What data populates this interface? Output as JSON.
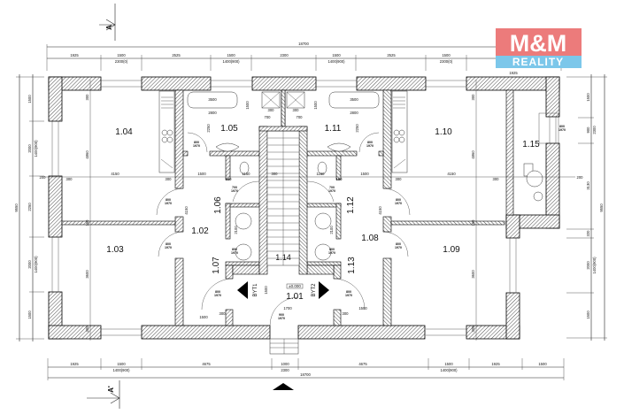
{
  "logo": {
    "top": "M&M",
    "bottom": "REALITY",
    "top_color": "#ec7b7b",
    "bottom_color": "#7cc7ea"
  },
  "section_marks": {
    "top": "A",
    "bottom": "A'"
  },
  "rooms": [
    "1.01",
    "1.02",
    "1.03",
    "1.04",
    "1.05",
    "1.06",
    "1.07",
    "1.08",
    "1.09",
    "1.10",
    "1.11",
    "1.12",
    "1.13",
    "1.14",
    "1.15"
  ],
  "apartments": [
    "BYT1",
    "BYT2"
  ],
  "level": "±0.000",
  "dims_top": {
    "overall": "18700",
    "segments": [
      "1925",
      "1500",
      "2525",
      "1500",
      "2300",
      "1500",
      "2525",
      "1500",
      "1925"
    ],
    "sub": [
      "2300(0)",
      "1400(900)",
      "1400(900)",
      "2300(0)"
    ]
  },
  "dims_bottom": {
    "overall": "18700",
    "segments": [
      "1925",
      "1500",
      "4675",
      "1000",
      "4675",
      "1500",
      "1925",
      "1500"
    ],
    "sub": [
      "1400(900)",
      "2300",
      "1400(900)"
    ]
  },
  "dims_left": {
    "overall": "9550",
    "segments": [
      "1500",
      "2000",
      "2250",
      "2000",
      "1500"
    ],
    "sub": [
      "1400(900)",
      "1400(900)"
    ],
    "pier": "200"
  },
  "dims_right": {
    "overall": "9550",
    "segments": [
      "1500",
      "900",
      "3130",
      "320",
      "2000",
      "1500"
    ],
    "sub": [
      "2300",
      "1400(900)"
    ],
    "pier": "200"
  },
  "dims_interior": {
    "row": [
      "300",
      "4150",
      "300",
      "1500",
      "150",
      "1150",
      "300",
      "1150",
      "150",
      "1500",
      "300",
      "4150",
      "300"
    ],
    "left_col": [
      "300",
      "4860",
      "150",
      "3600",
      "300"
    ],
    "right_col": [
      "300",
      "4860",
      "150",
      "3600",
      "300"
    ],
    "bath": [
      "3500",
      "2800",
      "3500",
      "2800",
      "1500",
      "1500",
      "2250",
      "2250",
      "300",
      "300",
      "700",
      "700"
    ],
    "hall": [
      "1500",
      "300",
      "1700",
      "1500",
      "300",
      "1500",
      "2100",
      "2100",
      "4150",
      "4150"
    ]
  },
  "door_tags": [
    {
      "w": "800",
      "h": "1970"
    },
    {
      "w": "800",
      "h": "1970"
    },
    {
      "w": "800",
      "h": "1970"
    },
    {
      "w": "800",
      "h": "1970"
    },
    {
      "w": "800",
      "h": "1970"
    },
    {
      "w": "800",
      "h": "1970"
    },
    {
      "w": "700",
      "h": "1970"
    },
    {
      "w": "700",
      "h": "1970"
    },
    {
      "w": "800",
      "h": "1970"
    },
    {
      "w": "800",
      "h": "1970"
    },
    {
      "w": "800",
      "h": "1970"
    },
    {
      "w": "800",
      "h": "1970"
    },
    {
      "w": "900",
      "h": "1970"
    },
    {
      "w": "800",
      "h": "1970"
    }
  ]
}
